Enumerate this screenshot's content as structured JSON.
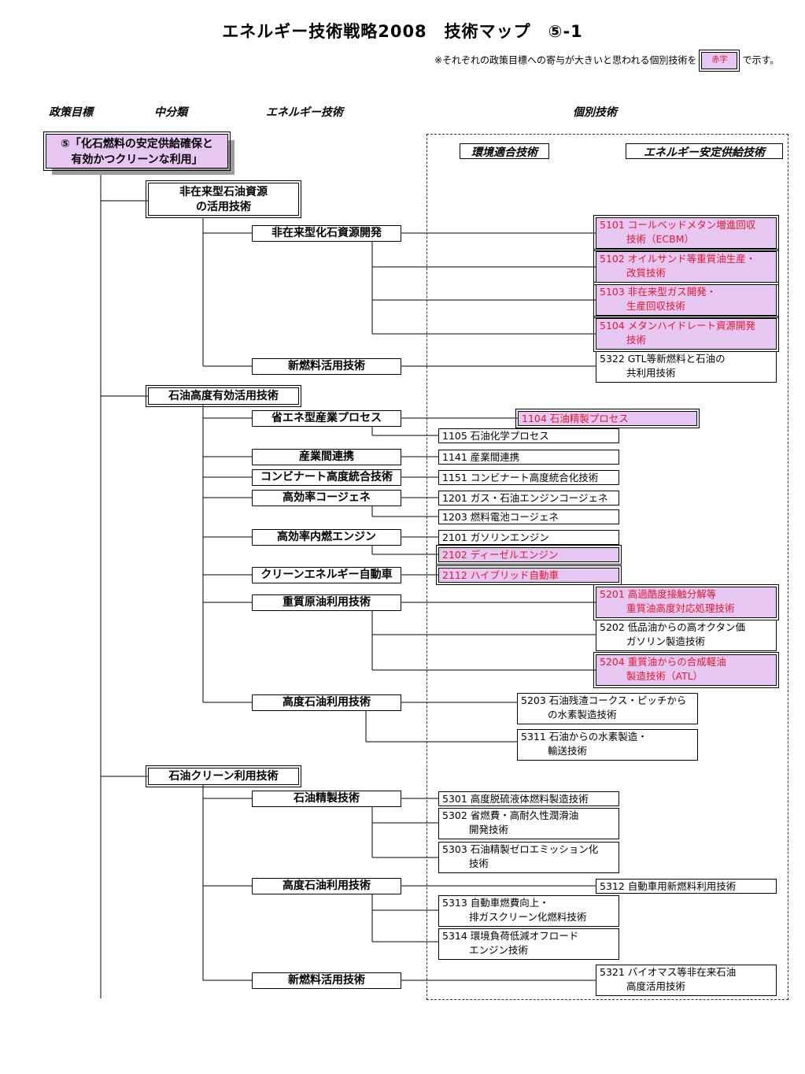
{
  "title": "エネルギー技術戦略2008　技術マップ　⑤-1",
  "note": {
    "prefix": "※それぞれの政策目標への寄与が大きいと思われる個別技術を",
    "badge": "赤字",
    "suffix": "で示す。"
  },
  "headers": {
    "policy": "政策目標",
    "middle": "中分類",
    "energy": "エネルギー技術",
    "individual": "個別技術"
  },
  "categories": {
    "env": "環境適合技術",
    "supply": "エネルギー安定供給技術"
  },
  "policy": {
    "line1": "⑤「化石燃料の安定供給確保と",
    "line2": "有効かつクリーンな利用」"
  },
  "middle": [
    {
      "line1": "非在来型石油資源",
      "line2": "の活用技術"
    },
    {
      "line1": "石油高度有効活用技術"
    },
    {
      "line1": "石油クリーン利用技術"
    }
  ],
  "energy": [
    "非在来型化石資源開発",
    "新燃料活用技術",
    "省エネ型産業プロセス",
    "産業間連携",
    "コンビナート高度統合技術",
    "高効率コージェネ",
    "高効率内燃エンジン",
    "クリーンエネルギー自動車",
    "重質原油利用技術",
    "高度石油利用技術",
    "石油精製技術",
    "高度石油利用技術",
    "新燃料活用技術"
  ],
  "tech": [
    {
      "l1": "5101 コールベッドメタン増進回収",
      "l2": "技術（ECBM）",
      "red": true
    },
    {
      "l1": "5102 オイルサンド等重質油生産・",
      "l2": "改質技術",
      "red": true
    },
    {
      "l1": "5103 非在来型ガス開発・",
      "l2": "生産回収技術",
      "red": true
    },
    {
      "l1": "5104 メタンハイドレート資源開発",
      "l2": "技術",
      "red": true
    },
    {
      "l1": "5322 GTL等新燃料と石油の",
      "l2": "共利用技術",
      "red": false
    },
    {
      "l1": "1104 石油精製プロセス",
      "red": true
    },
    {
      "l1": "1105 石油化学プロセス",
      "red": false
    },
    {
      "l1": "1141 産業間連携",
      "red": false
    },
    {
      "l1": "1151 コンビナート高度統合化技術",
      "red": false
    },
    {
      "l1": "1201 ガス・石油エンジンコージェネ",
      "red": false
    },
    {
      "l1": "1203 燃料電池コージェネ",
      "red": false
    },
    {
      "l1": "2101 ガソリンエンジン",
      "red": false
    },
    {
      "l1": "2102 ディーゼルエンジン",
      "red": true
    },
    {
      "l1": "2112 ハイブリッド自動車",
      "red": true
    },
    {
      "l1": "5201 高過酷度接触分解等",
      "l2": "重質油高度対応処理技術",
      "red": true
    },
    {
      "l1": "5202 低品油からの高オクタン価",
      "l2": "ガソリン製造技術",
      "red": false
    },
    {
      "l1": "5204 重質油からの合成軽油",
      "l2": "製造技術（ATL）",
      "red": true
    },
    {
      "l1": "5203 石油残渣コークス・ピッチから",
      "l2": "の水素製造技術",
      "red": false
    },
    {
      "l1": "5311 石油からの水素製造・",
      "l2": "輸送技術",
      "red": false
    },
    {
      "l1": "5301 高度脱硫液体燃料製造技術",
      "red": false
    },
    {
      "l1": "5302 省燃費・高耐久性潤滑油",
      "l2": "開発技術",
      "red": false
    },
    {
      "l1": "5303 石油精製ゼロエミッション化",
      "l2": "技術",
      "red": false
    },
    {
      "l1": "5312 自動車用新燃料利用技術",
      "red": false
    },
    {
      "l1": "5313 自動車燃費向上・",
      "l2": "排ガスクリーン化燃料技術",
      "red": false
    },
    {
      "l1": "5314 環境負荷低減オフロード",
      "l2": "エンジン技術",
      "red": false
    },
    {
      "l1": "5321 バイオマス等非在来石油",
      "l2": "高度活用技術",
      "red": false
    }
  ]
}
